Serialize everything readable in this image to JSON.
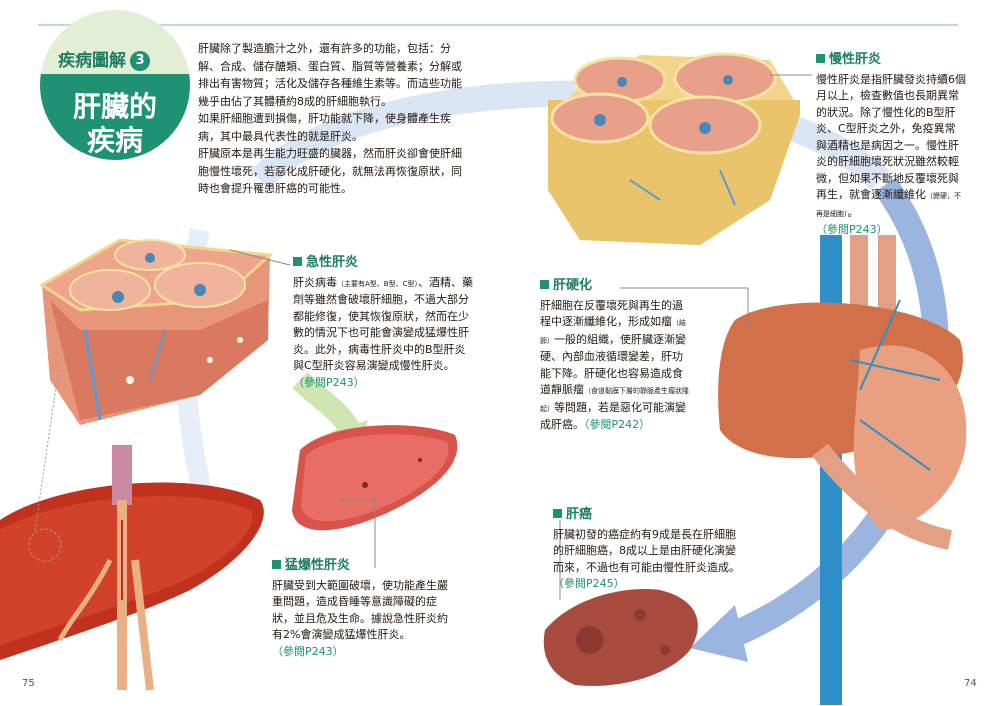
{
  "header": {
    "tag": "疾病圖解",
    "tag_num": "3",
    "title_line1": "肝臟的",
    "title_line2": "疾病"
  },
  "intro": {
    "p1": "肝臟除了製造膽汁之外，還有許多的功能，包括：分解、合成、儲存醣類、蛋白質、脂質等營養素；分解或排出有害物質；活化及儲存各種維生素等。而這些功能幾乎由佔了其體積約8成的肝細胞執行。",
    "p2": "如果肝細胞遭到損傷，肝功能就下降，使身體產生疾病，其中最具代表性的就是肝炎。",
    "p3": "肝臟原本是再生能力旺盛的臟器，然而肝炎卻會使肝細胞慢性壞死，若惡化成肝硬化，就無法再恢復原狀，同時也會提升罹患肝癌的可能性。"
  },
  "acute": {
    "heading": "急性肝炎",
    "body_a": "肝炎病毒",
    "body_small": "（主要有A型、B型、C型）",
    "body_b": "、酒精、藥劑等雖然會破壞肝細胞，不過大部分都能修復，使其恢復原狀，然而在少數的情況下也可能會演變成猛爆性肝炎。此外，病毒性肝炎中的B型肝炎與C型肝炎容易演變成慢性肝炎。",
    "ref": "（參閱P243）"
  },
  "fulminant": {
    "heading": "猛爆性肝炎",
    "body": "肝臟受到大範圍破壞，使功能產生嚴重問題，造成昏睡等意識障礙的症狀，並且危及生命。據說急性肝炎約有2%會演變成猛爆性肝炎。",
    "ref": "（參閱P243）"
  },
  "chronic": {
    "heading": "慢性肝炎",
    "body": "慢性肝炎是指肝臟發炎持續6個月以上，檢查數值也長期異常的狀況。除了慢性化的B型肝炎、C型肝炎之外，免疫異常與酒精也是病因之一。慢性肝炎的肝細胞壞死狀況雖然較輕微，但如果不斷地反覆壞死與再生，就會逐漸纖維化",
    "small": "（變硬，不再是細胞）",
    "end": "。",
    "ref": "（參閱P243）"
  },
  "cirrhosis": {
    "heading": "肝硬化",
    "body_a": "肝細胞在反覆壞死與再生的過程中逐漸纖維化，形成如瘤",
    "small_a": "（結節）",
    "body_b": "一般的組織，使肝臟逐漸變硬、內部血液循環變差，肝功能下降。肝硬化也容易造成食道靜脈瘤",
    "small_b": "（食道黏膜下層的靜脈產生瘤狀隆起）",
    "body_c": "等問題，若是惡化可能演變成肝癌。",
    "ref": "（參閱P242）"
  },
  "cancer": {
    "heading": "肝癌",
    "body": "肝臟初發的癌症約有9成是長在肝細胞的肝細胞癌，8成以上是由肝硬化演變而來，不過也有可能由慢性肝炎造成。",
    "ref": "（參閱P245）"
  },
  "pages": {
    "left": "75",
    "right": "74"
  },
  "colors": {
    "accent": "#1e9272",
    "liver": "#c8321e",
    "tissue": "#e8967a",
    "arrow": "#9ab6e0"
  }
}
